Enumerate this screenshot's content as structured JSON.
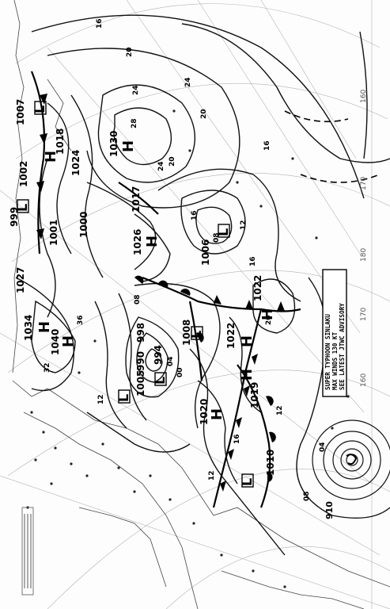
{
  "advisory": {
    "line1": "SUPER TYPHOON SINLAKU",
    "line2": "MAX WINDS 130 KT",
    "line3": "SEE LATEST JTWC ADVISORY"
  },
  "typhoon": {
    "pressure": "910",
    "isobar": "04"
  },
  "pressure_centers": [
    {
      "type": "H",
      "value": "1030"
    },
    {
      "type": "H",
      "value": "1024"
    },
    {
      "type": "H",
      "value": "1026"
    },
    {
      "type": "H",
      "value": "1040"
    },
    {
      "type": "H",
      "value": "1034"
    },
    {
      "type": "H",
      "value": "1027"
    },
    {
      "type": "H",
      "value": "1022"
    },
    {
      "type": "H",
      "value": "1022"
    },
    {
      "type": "H",
      "value": "1020"
    },
    {
      "type": "H",
      "value": "1019"
    },
    {
      "type": "H",
      "value": "1018"
    },
    {
      "type": "H",
      "value": "1017"
    },
    {
      "type": "L",
      "value": "1006"
    },
    {
      "type": "L",
      "value": "1008"
    },
    {
      "type": "L",
      "value": "1010"
    },
    {
      "type": "L",
      "value": "1005"
    },
    {
      "type": "L",
      "value": "999"
    },
    {
      "type": "L",
      "value": "1000"
    },
    {
      "type": "L",
      "value": "1001"
    },
    {
      "type": "L",
      "value": "1007"
    },
    {
      "type": "L",
      "value": "1002"
    },
    {
      "type": "L",
      "value": "990"
    },
    {
      "type": "L",
      "value": "994"
    },
    {
      "type": "L",
      "value": "998"
    }
  ],
  "isobar_labels": [
    "16",
    "20",
    "24",
    "28",
    "32",
    "36",
    "12",
    "08",
    "04",
    "00",
    "16",
    "20",
    "24",
    "12",
    "08",
    "16",
    "20",
    "24",
    "16",
    "12",
    "08",
    "20",
    "16",
    "12"
  ],
  "longitudes": [
    "160",
    "170",
    "180",
    "170",
    "160"
  ],
  "symbols": {
    "high": "H",
    "low": "L"
  }
}
